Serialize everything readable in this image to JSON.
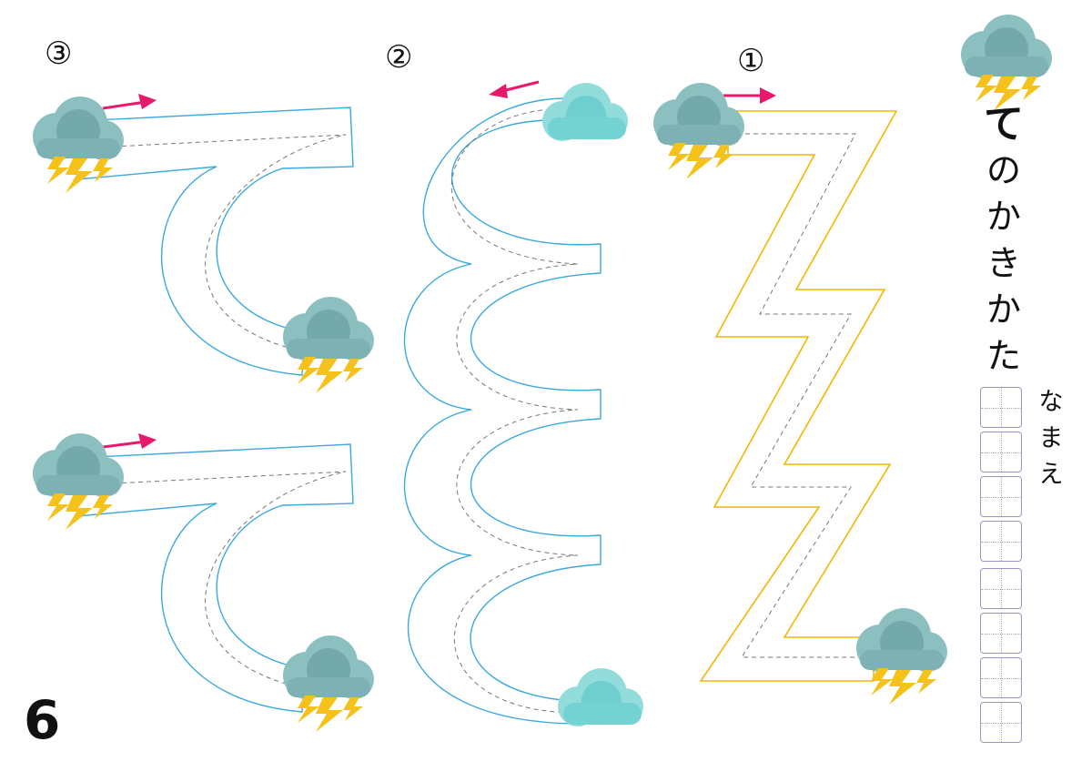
{
  "worksheet": {
    "page_number": "6",
    "title_letter": "て",
    "subtitle": [
      "の",
      "か",
      "き",
      "か",
      "た"
    ],
    "name_label": [
      "な",
      "ま",
      "え"
    ],
    "name_box_count": 8,
    "exercise_numbers": {
      "first": "①",
      "second": "②",
      "third": "③"
    },
    "colors": {
      "zigzag_stroke": "#f2b705",
      "wave_stroke": "#3aa9de",
      "arrow": "#e8196c",
      "storm_cloud": "#7eb1b3",
      "light_cloud": "#73d2d2",
      "lightning": "#f5c21b"
    },
    "icons": [
      "storm-cloud-icon",
      "cloud-icon",
      "arrow-right-icon",
      "arrow-left-icon"
    ]
  }
}
